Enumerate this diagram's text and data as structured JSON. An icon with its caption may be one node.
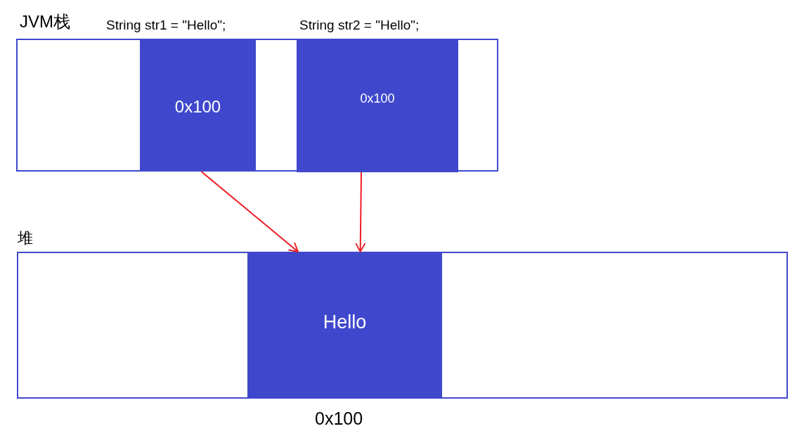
{
  "diagram": {
    "nodes": [
      {
        "text": [
          "JVM栈"
        ]
      },
      {
        "text": [
          "0x100"
        ],
        "in": 0,
        "beside": [
          "String str1 = \"Hello\";"
        ]
      },
      {
        "text": [
          "0x100"
        ],
        "in": 0,
        "beside": [
          "String str2 = \"Hello\";"
        ]
      },
      {
        "text": [
          "堆"
        ]
      },
      {
        "text": [
          "Hello"
        ],
        "in": 3,
        "beside": [
          "0x100"
        ]
      }
    ],
    "edges": [
      {
        "from": 1,
        "to": 4,
        "arrow": "to"
      },
      {
        "from": 2,
        "to": 4,
        "arrow": "to"
      }
    ]
  }
}
